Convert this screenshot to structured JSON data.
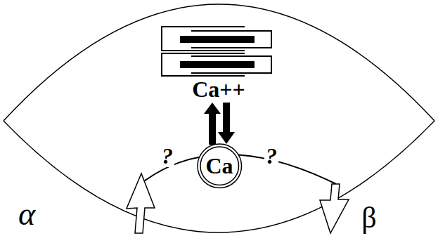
{
  "diagram": {
    "nodes": [
      {
        "text": [
          "Ca"
        ]
      }
    ],
    "labels": [
      "Ca++",
      "?",
      "?",
      "α",
      "β"
    ]
  }
}
